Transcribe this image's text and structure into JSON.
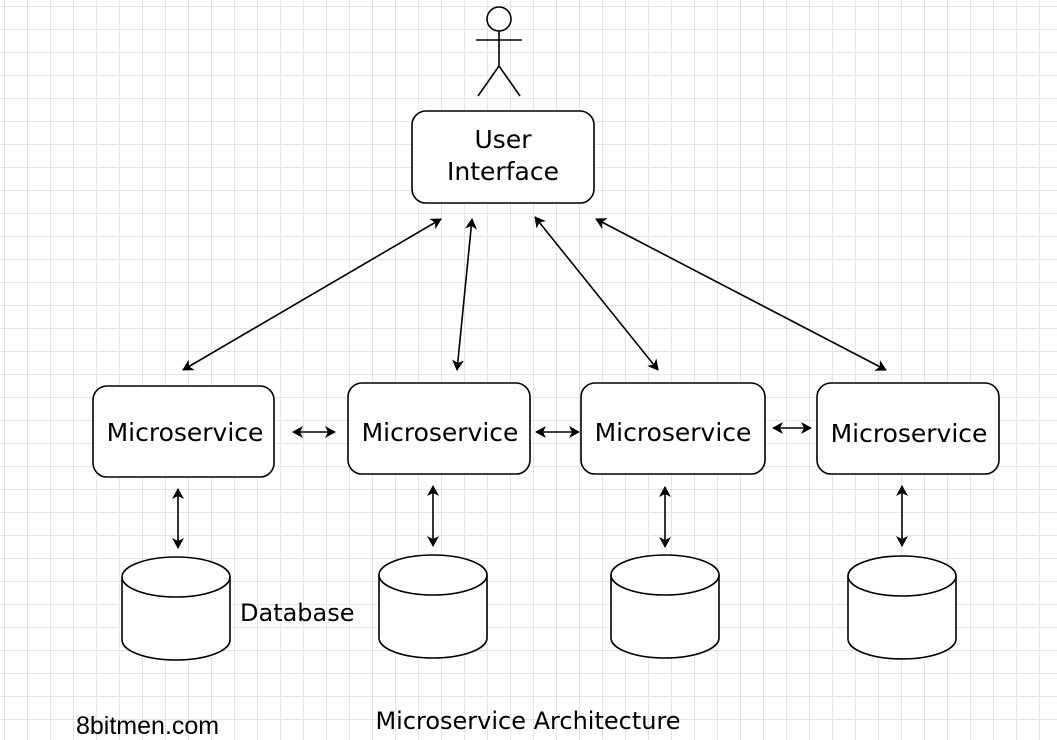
{
  "diagram": {
    "user_interface": {
      "line1": "User",
      "line2": "Interface"
    },
    "microservices": [
      {
        "label": "Microservice"
      },
      {
        "label": "Microservice"
      },
      {
        "label": "Microservice"
      },
      {
        "label": "Microservice"
      }
    ],
    "database_label": "Database",
    "title": "Microservice Architecture",
    "watermark": "8bitmen.com"
  },
  "colors": {
    "stroke": "#000000",
    "background": "#ffffff",
    "grid": "#e4e4e4"
  }
}
